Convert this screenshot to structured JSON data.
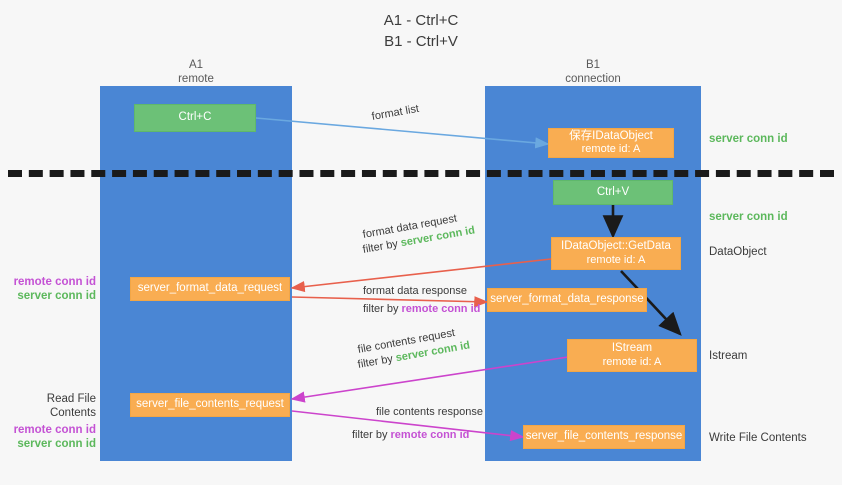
{
  "title": {
    "line1": "A1 - Ctrl+C",
    "line2": "B1 - Ctrl+V"
  },
  "lanes": [
    {
      "name": "A1",
      "sub": "remote"
    },
    {
      "name": "B1",
      "sub": "connection"
    }
  ],
  "boxes": {
    "ctrl_c": {
      "line1": "Ctrl+C",
      "line2": ""
    },
    "save_idataobject": {
      "line1": "保存IDataObject",
      "line2": "remote id: A"
    },
    "ctrl_v": {
      "line1": "Ctrl+V",
      "line2": ""
    },
    "getdata": {
      "line1": "IDataObject::GetData",
      "line2": "remote id: A"
    },
    "format_data_request": {
      "line1": "server_format_data_request",
      "line2": ""
    },
    "format_data_response": {
      "line1": "server_format_data_response",
      "line2": ""
    },
    "istream": {
      "line1": "IStream",
      "line2": "remote id: A"
    },
    "file_contents_request": {
      "line1": "server_file_contents_request",
      "line2": ""
    },
    "file_contents_response": {
      "line1": "server_file_contents_response",
      "line2": ""
    }
  },
  "right_labels": {
    "server_conn_id_top": "server conn id",
    "server_conn_id_mid": "server conn id",
    "dataobject": "DataObject",
    "istream": "Istream",
    "write_file_contents": "Write File Contents"
  },
  "left_labels": {
    "remote_conn_id_1": "remote conn id",
    "server_conn_id_1": "server conn id",
    "read_file_contents": "Read File Contents",
    "remote_conn_id_2": "remote conn id",
    "server_conn_id_2": "server conn id"
  },
  "edges": {
    "format_list": "format list",
    "format_data_request_l1": "format data request",
    "format_data_request_l2a": "filter by ",
    "format_data_request_key": "server conn id",
    "format_data_response_l1": "format data response",
    "format_data_response_l2a": "filter by ",
    "format_data_response_key": "remote conn id",
    "file_contents_request_l1": "file contents request",
    "file_contents_request_l2a": "filter by ",
    "file_contents_request_key": "server conn id",
    "file_contents_response_l1": "file contents response",
    "file_contents_response_l2a": "filter by ",
    "file_contents_response_key": "remote conn id"
  },
  "colors": {
    "lane": "#4a86d4",
    "green_box": "#6cc177",
    "orange_box": "#f9ad52",
    "server_conn": "#5cb85c",
    "remote_conn": "#c452d4",
    "arrow_blue": "#6aa8e0",
    "arrow_red": "#e8604c",
    "arrow_magenta": "#cc44cc",
    "arrow_dark": "#1a1a1a",
    "background": "#f7f7f7"
  }
}
